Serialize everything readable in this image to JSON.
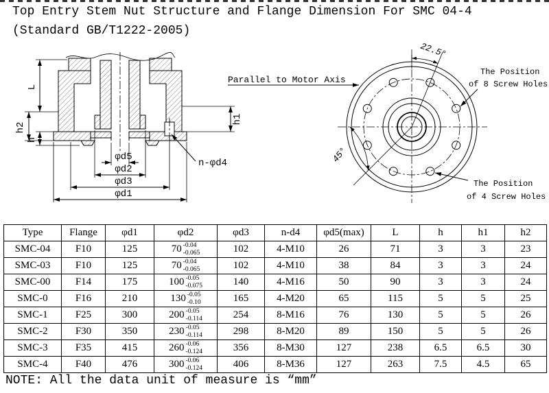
{
  "page": {
    "title": "Top Entry Stem Nut Structure and Flange Dimension For SMC 04-4",
    "subtitle": "(Standard GB/T1222-2005)",
    "note": "NOTE: All the data unit of measure is “mm”"
  },
  "section_drawing": {
    "labels": {
      "L": "L",
      "h2": "h2",
      "h": "h",
      "h1": "h1",
      "d5": "φd5",
      "d2": "φd2",
      "d3": "φd3",
      "d1": "φd1",
      "n_d4": "n-φd4"
    }
  },
  "flange_drawing": {
    "labels": {
      "angle_top": "22.5°",
      "angle_left": "45°",
      "parallel": "Parallel to Motor Axis",
      "pos8_line1": "The Position",
      "pos8_line2": "of 8 Screw Holes",
      "pos4_line1": "The Position",
      "pos4_line2": "of 4 Screw Holes"
    }
  },
  "table": {
    "headers": [
      "Type",
      "Flange",
      "φd1",
      "φd2",
      "φd3",
      "n-d4",
      "φd5(max)",
      "L",
      "h",
      "h1",
      "h2"
    ],
    "rows": [
      [
        "SMC-04",
        "F10",
        "125",
        {
          "base": "70",
          "sup": "-0.04",
          "sub": "-0.065"
        },
        "102",
        "4-M10",
        "26",
        "71",
        "3",
        "3",
        "23"
      ],
      [
        "SMC-03",
        "F10",
        "125",
        {
          "base": "70",
          "sup": "-0.04",
          "sub": "-0.065"
        },
        "102",
        "4-M10",
        "38",
        "84",
        "3",
        "3",
        "24"
      ],
      [
        "SMC-00",
        "F14",
        "175",
        {
          "base": "100",
          "sup": "-0.05",
          "sub": "-0.075"
        },
        "140",
        "4-M16",
        "50",
        "90",
        "3",
        "3",
        "24"
      ],
      [
        "SMC-0",
        "F16",
        "210",
        {
          "base": "130",
          "sup": "-0.05",
          "sub": "-0.10"
        },
        "165",
        "4-M20",
        "65",
        "115",
        "5",
        "5",
        "25"
      ],
      [
        "SMC-1",
        "F25",
        "300",
        {
          "base": "200",
          "sup": "-0.05",
          "sub": "-0.114"
        },
        "254",
        "8-M16",
        "76",
        "130",
        "5",
        "5",
        "26"
      ],
      [
        "SMC-2",
        "F30",
        "350",
        {
          "base": "230",
          "sup": "-0.05",
          "sub": "-0.114"
        },
        "298",
        "8-M20",
        "89",
        "150",
        "5",
        "5",
        "26"
      ],
      [
        "SMC-3",
        "F35",
        "415",
        {
          "base": "260",
          "sup": "-0.06",
          "sub": "-0.124"
        },
        "356",
        "8-M30",
        "127",
        "238",
        "6.5",
        "6.5",
        "30"
      ],
      [
        "SMC-4",
        "F40",
        "476",
        {
          "base": "300",
          "sup": "-0.06",
          "sub": "-0.124"
        },
        "406",
        "8-M36",
        "127",
        "263",
        "7.5",
        "4.5",
        "65"
      ]
    ]
  }
}
